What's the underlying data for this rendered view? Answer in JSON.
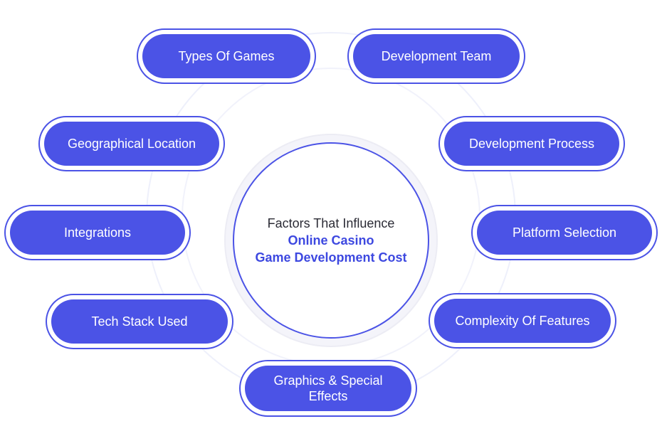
{
  "center": {
    "line1": "Factors That Influence",
    "line2": "Online Casino",
    "line3": "Game Development Cost"
  },
  "factors": {
    "types_of_games": "Types Of Games",
    "development_team": "Development Team",
    "geographical_location": "Geographical Location",
    "development_process": "Development Process",
    "integrations": "Integrations",
    "platform_selection": "Platform Selection",
    "tech_stack_used": "Tech Stack Used",
    "complexity_of_features": "Complexity Of Features",
    "graphics_line1": "Graphics & Special",
    "graphics_line2": "Effects"
  },
  "colors": {
    "accent": "#4b53e6",
    "accent_text": "#3d48e0",
    "text": "#2b2b35"
  }
}
